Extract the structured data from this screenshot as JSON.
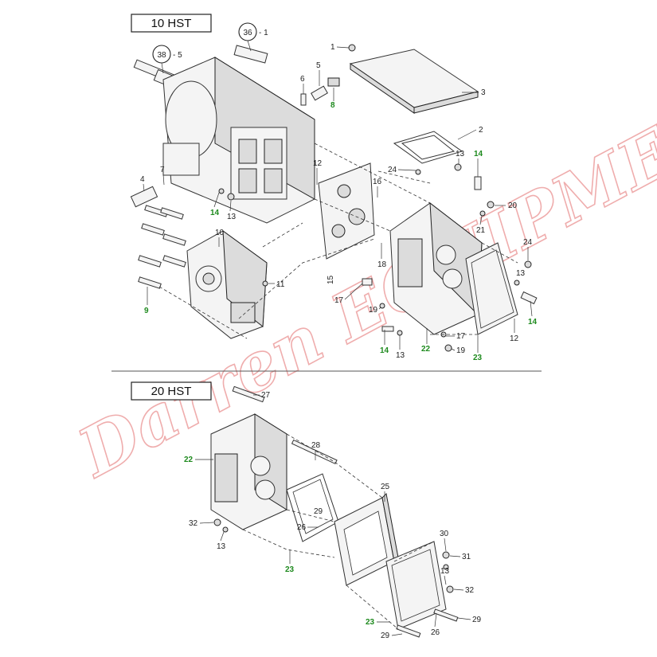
{
  "watermark": "Darren EQUIPMENT",
  "sections": {
    "top": {
      "title": "10 HST"
    },
    "bottom": {
      "title": "20 HST"
    }
  },
  "top_callouts": [
    {
      "id": "c36",
      "label": "36",
      "suffix": "- 1",
      "circled": true
    },
    {
      "id": "c38",
      "label": "38",
      "suffix": "- 5",
      "circled": true
    },
    {
      "id": "c1",
      "label": "1",
      "green": false
    },
    {
      "id": "c3",
      "label": "3",
      "green": false
    },
    {
      "id": "c5",
      "label": "5",
      "green": false
    },
    {
      "id": "c6",
      "label": "6",
      "green": false
    },
    {
      "id": "c8",
      "label": "8",
      "green": true
    },
    {
      "id": "c2",
      "label": "2",
      "green": false
    },
    {
      "id": "c4",
      "label": "4",
      "green": false
    },
    {
      "id": "c7",
      "label": "7",
      "green": false
    },
    {
      "id": "c12a",
      "label": "12",
      "green": false
    },
    {
      "id": "c24a",
      "label": "24",
      "green": false
    },
    {
      "id": "c13a",
      "label": "13",
      "green": false
    },
    {
      "id": "c14a",
      "label": "14",
      "green": true
    },
    {
      "id": "c16",
      "label": "16",
      "green": false
    },
    {
      "id": "c20",
      "label": "20",
      "green": false
    },
    {
      "id": "c21",
      "label": "21",
      "green": false
    },
    {
      "id": "c14b",
      "label": "14",
      "green": true
    },
    {
      "id": "c13b",
      "label": "13",
      "green": false
    },
    {
      "id": "c10",
      "label": "10",
      "green": false
    },
    {
      "id": "c24b",
      "label": "24",
      "green": false
    },
    {
      "id": "c18",
      "label": "18",
      "green": false
    },
    {
      "id": "c13c",
      "label": "13",
      "green": false
    },
    {
      "id": "c15",
      "label": "15",
      "green": false
    },
    {
      "id": "c11",
      "label": "11",
      "green": false
    },
    {
      "id": "c17a",
      "label": "17",
      "green": false
    },
    {
      "id": "c9",
      "label": "9",
      "green": true
    },
    {
      "id": "c19a",
      "label": "19",
      "green": false
    },
    {
      "id": "c17b",
      "label": "17",
      "green": false
    },
    {
      "id": "c14c",
      "label": "14",
      "green": true
    },
    {
      "id": "c12b",
      "label": "12",
      "green": false
    },
    {
      "id": "c14d",
      "label": "14",
      "green": true
    },
    {
      "id": "c13d",
      "label": "13",
      "green": false
    },
    {
      "id": "c22a",
      "label": "22",
      "green": true
    },
    {
      "id": "c19b",
      "label": "19",
      "green": false
    },
    {
      "id": "c23a",
      "label": "23",
      "green": true
    }
  ],
  "bottom_callouts": [
    {
      "id": "d27",
      "label": "27",
      "green": false
    },
    {
      "id": "d28",
      "label": "28",
      "green": false
    },
    {
      "id": "d22",
      "label": "22",
      "green": true
    },
    {
      "id": "d25",
      "label": "25",
      "green": false
    },
    {
      "id": "d29a",
      "label": "29",
      "green": false
    },
    {
      "id": "d26a",
      "label": "26",
      "green": false
    },
    {
      "id": "d32a",
      "label": "32",
      "green": false
    },
    {
      "id": "d13a",
      "label": "13",
      "green": false
    },
    {
      "id": "d30",
      "label": "30",
      "green": false
    },
    {
      "id": "d31",
      "label": "31",
      "green": false
    },
    {
      "id": "d23a",
      "label": "23",
      "green": true
    },
    {
      "id": "d13b",
      "label": "13",
      "green": false
    },
    {
      "id": "d32b",
      "label": "32",
      "green": false
    },
    {
      "id": "d29b",
      "label": "29",
      "green": false
    },
    {
      "id": "d23b",
      "label": "23",
      "green": true
    },
    {
      "id": "d26b",
      "label": "26",
      "green": false
    },
    {
      "id": "d29c",
      "label": "29",
      "green": false
    }
  ]
}
